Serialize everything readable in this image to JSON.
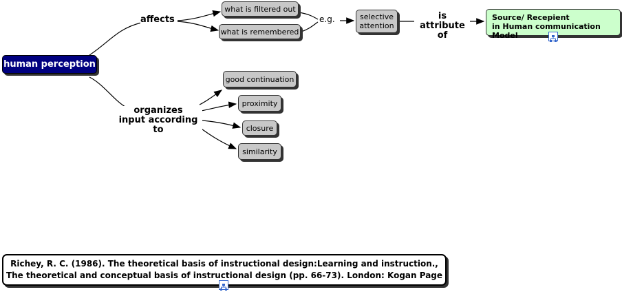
{
  "nodes": {
    "human_perception": "human perception",
    "what_is_filtered_out": "what is filtered out",
    "what_is_remembered": "what is remembered",
    "selective_attention": "selective attention",
    "source_recipient_line1": "Source/ Recepient",
    "source_recipient_line2": "in Human communication Model",
    "good_continuation": "good continuation",
    "proximity": "proximity",
    "closure": "closure",
    "similarity": "similarity",
    "reference_line1": "Richey, R. C. (1986). The theoretical basis of instructional design:Learning and instruction.,",
    "reference_line2": "The theoretical and conceptual basis of instructional design (pp. 66-73). London: Kogan Page"
  },
  "links": {
    "affects": "affects",
    "eg": "e.g.",
    "is_attribute_of_line1": "is attribute",
    "is_attribute_of_line2": "of",
    "organizes_line1": "organizes",
    "organizes_line2": "input according to"
  },
  "icons": {
    "resource": "concept-map-resource-icon"
  },
  "colors": {
    "main_node": "#000080",
    "concept_node": "#c8c8c8",
    "highlight_node": "#ccffcc"
  }
}
